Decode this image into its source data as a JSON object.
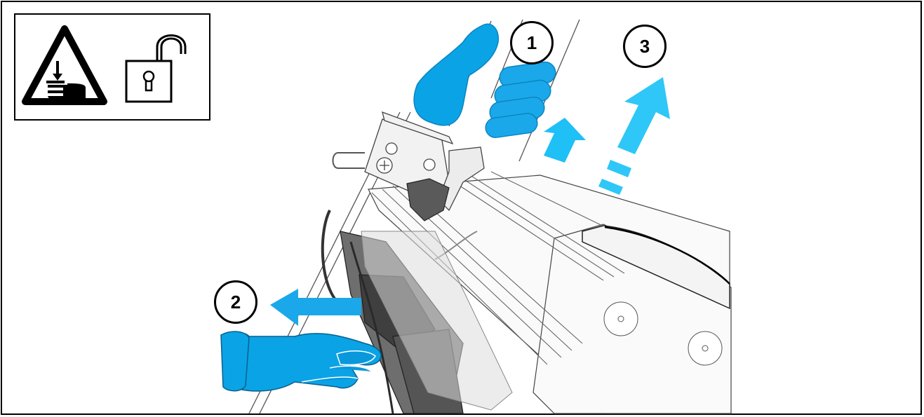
{
  "warning_icons": [
    {
      "name": "hand-crush-warning-icon"
    },
    {
      "name": "unlocked-padlock-icon"
    }
  ],
  "steps": [
    {
      "number": "1",
      "action": "lift-up"
    },
    {
      "number": "2",
      "action": "pull-out"
    },
    {
      "number": "3",
      "action": "lift-up-dashed"
    }
  ],
  "colors": {
    "hand_blue": "#0aa3e6",
    "arrow_blue": "#1fc0f5",
    "outline": "#000000",
    "machine_dark": "#4a4a4a"
  }
}
